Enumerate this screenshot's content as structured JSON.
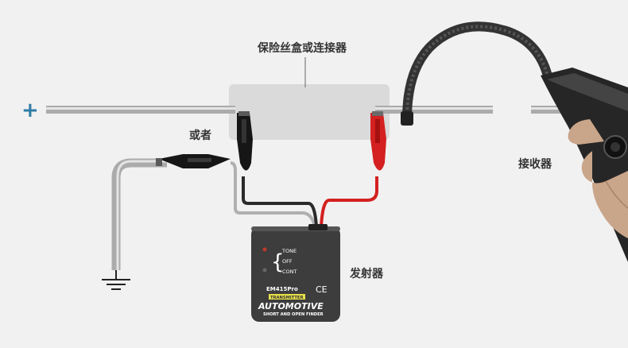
{
  "labels": {
    "fuse_or_connector": "保险丝盒或连接器",
    "or": "或者",
    "receiver": "接收器",
    "transmitter": "发射器",
    "plus": "+"
  },
  "device": {
    "tone": "TONE",
    "off": "OFF",
    "cont": "CONT",
    "model": "EM415Pro",
    "badge": "TRANSMITTER",
    "ce": "CE",
    "brand": "AUTOMOTIVE",
    "tagline": "SHORT AND OPEN FINDER"
  },
  "colors": {
    "background": "#f1f1f1",
    "wire": "#b8b8b8",
    "red_lead": "#d42020",
    "black_lead": "#1a1a1a",
    "device_body": "#3d3d3d",
    "badge": "#e8e04a",
    "plus": "#2e7ba6"
  }
}
